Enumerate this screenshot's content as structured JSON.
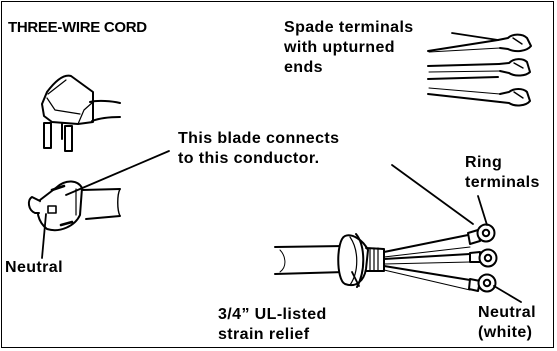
{
  "diagram": {
    "title": "THREE-WIRE CORD",
    "labels": {
      "spade_terminals": [
        "Spade terminals",
        "with upturned",
        "ends"
      ],
      "blade_connects": [
        "This blade connects",
        "to this conductor."
      ],
      "ring_terminals": [
        "Ring",
        "terminals"
      ],
      "neutral_plug": "Neutral",
      "strain_relief": [
        "3/4” UL-listed",
        "strain relief"
      ],
      "neutral_white": [
        "Neutral",
        "(white)"
      ]
    }
  }
}
